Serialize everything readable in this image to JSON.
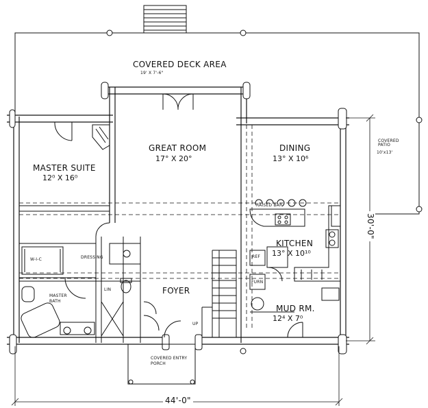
{
  "rooms": {
    "covered_deck": {
      "name": "COVERED DECK AREA",
      "size": "19' X 7'-6\""
    },
    "great_room": {
      "name": "GREAT ROOM",
      "size": "17° X 20°"
    },
    "dining": {
      "name": "DINING",
      "size": "13° X 10⁶"
    },
    "master_suite": {
      "name": "MASTER SUITE",
      "size": "12⁰ X 16⁰"
    },
    "kitchen": {
      "name": "KITCHEN",
      "size": "13° X 10¹⁰"
    },
    "foyer": {
      "name": "FOYER"
    },
    "mud_room": {
      "name": "MUD RM.",
      "size": "12⁴ X 7⁰"
    },
    "covered_patio": {
      "name": "COVERED PATIO",
      "size": "10'x13'"
    },
    "covered_entry_porch": {
      "name": "COVERED ENTRY PORCH"
    }
  },
  "fixtures": {
    "raised_bar": "RAISED BAR",
    "dressing": "DRESSING",
    "walk_in_closet": "W-I-C",
    "master_bath": "MASTER BATH",
    "linen": "LIN",
    "refrigerator": "REF",
    "furnace": "FURN",
    "up": "UP"
  },
  "dimensions": {
    "overall_width": "44'-0\"",
    "overall_depth": "30'-0\""
  }
}
